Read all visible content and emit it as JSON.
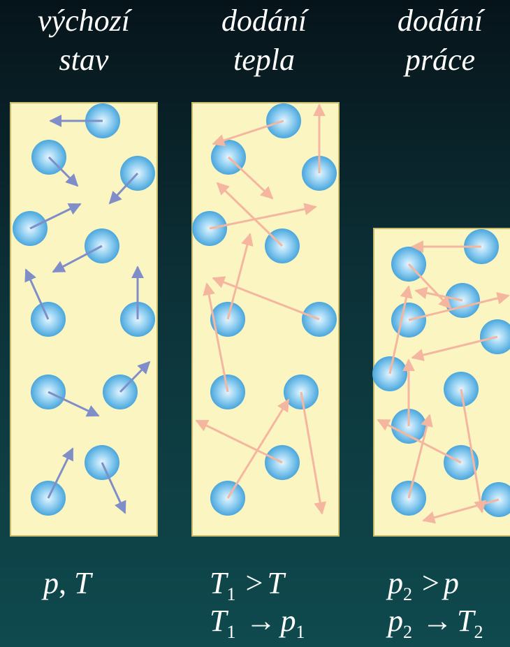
{
  "columns": [
    {
      "title_line1": "výchozí",
      "title_line2": "stav"
    },
    {
      "title_line1": "dodání",
      "title_line2": "tepla"
    },
    {
      "title_line1": "dodání",
      "title_line2": "práce"
    }
  ],
  "captions": {
    "col1": {
      "p": "p",
      "sep": ",",
      "T": "T"
    },
    "col2": {
      "line1": {
        "T": "T",
        "sub": "1",
        "rel": ">",
        "T2": "T"
      },
      "line2": {
        "T": "T",
        "sub": "1",
        "arrow": "→",
        "p": "p",
        "psub": "1"
      }
    },
    "col3": {
      "line1": {
        "p": "p",
        "sub": "2",
        "rel": ">",
        "p2": "p"
      },
      "line2": {
        "p": "p",
        "sub": "2",
        "arrow": "→",
        "T": "T",
        "Tsub": "2"
      }
    }
  },
  "colors": {
    "container_fill": "#fbf5c2",
    "molecule": "#6dbfe8",
    "arrow_initial": "#7f8ec8",
    "arrow_heated": "#f4b69e"
  }
}
